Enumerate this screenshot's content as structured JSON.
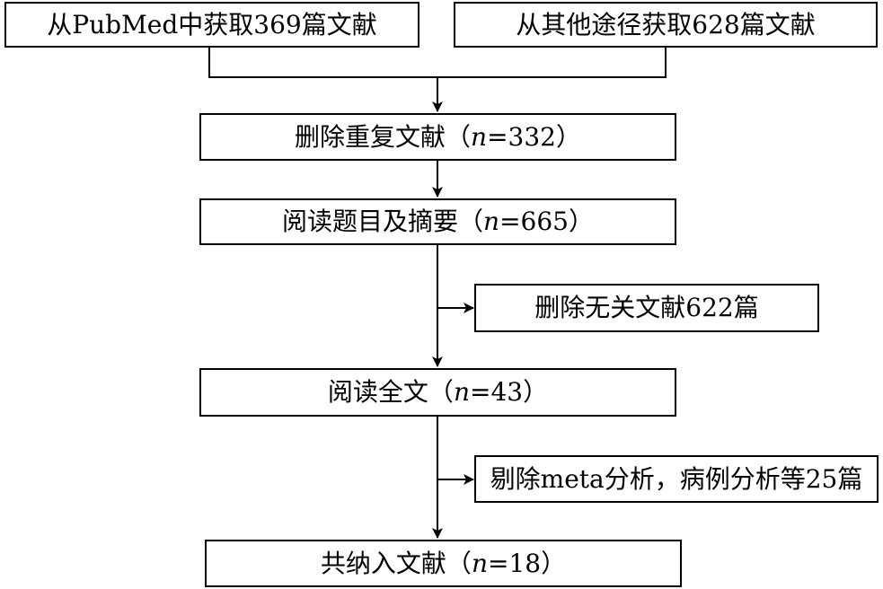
{
  "flowchart": {
    "source_pubmed": "从PubMed中获取369篇文献",
    "source_other": "从其他途径获取628篇文献",
    "dedup": {
      "prefix": "删除重复文献（",
      "var": "n",
      "suffix": "=332）"
    },
    "screen": {
      "prefix": "阅读题目及摘要（",
      "var": "n",
      "suffix": "=665）"
    },
    "excluded_irrelevant": "删除无关文献622篇",
    "fulltext": {
      "prefix": "阅读全文（",
      "var": "n",
      "suffix": "=43）"
    },
    "excluded_meta": "剔除meta分析，病例分析等25篇",
    "included": {
      "prefix": "共纳入文献（",
      "var": "n",
      "suffix": "=18）"
    }
  },
  "colors": {
    "line": "#000000",
    "box_border": "#000000",
    "background": "#ffffff"
  }
}
